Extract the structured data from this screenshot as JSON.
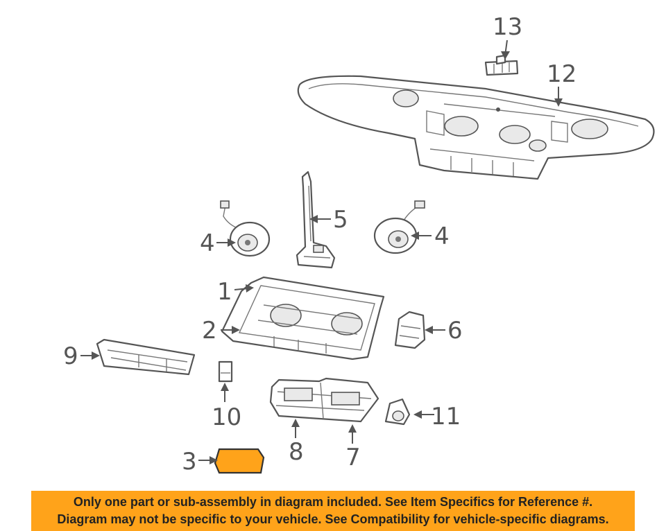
{
  "diagram": {
    "highlight_color": "#ffa31a",
    "callouts": [
      "1",
      "2",
      "3",
      "4",
      "4",
      "5",
      "6",
      "7",
      "8",
      "9",
      "10",
      "11",
      "12",
      "13"
    ]
  },
  "banner": {
    "line1": "Only one part or sub-assembly in diagram included. See Item Specifics for Reference #.",
    "line2": "Diagram may not be specific to your vehicle. See Compatibility for vehicle-specific diagrams.",
    "background": "#ffa31a"
  }
}
